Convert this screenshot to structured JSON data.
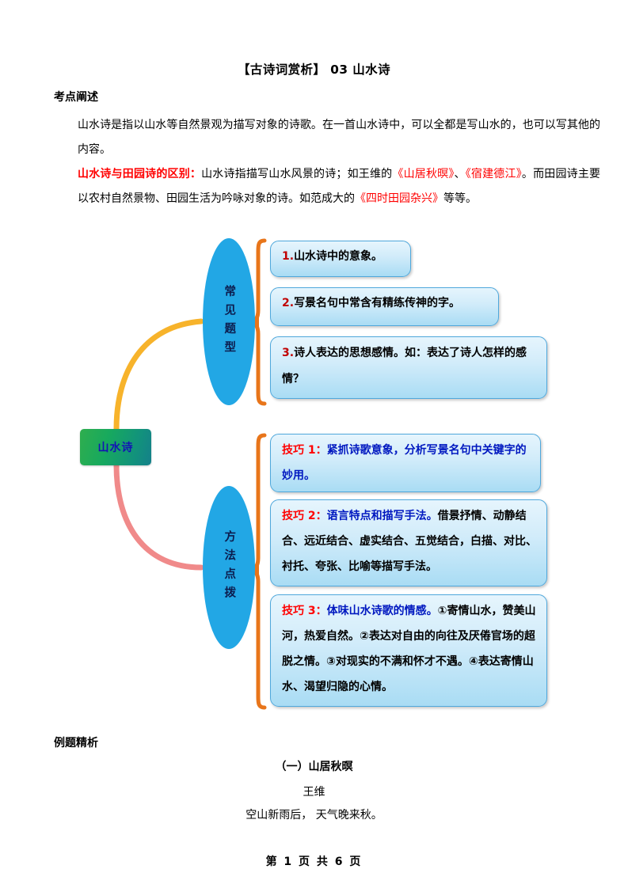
{
  "document": {
    "title": "【古诗词赏析】 03 山水诗",
    "section1_heading": "考点阐述",
    "para1": "山水诗是指以山水等自然景观为描写对象的诗歌。在一首山水诗中，可以全都是写山水的，也可以写其他的内容。",
    "para2_red_lead": "山水诗与田园诗的区别：",
    "para2_rest_a": "山水诗指描写山水风景的诗；如王维的",
    "para2_red_a": "《山居秋暝》",
    "para2_rest_b": "、",
    "para2_red_b": "《宿建德江》",
    "para2_rest_c": "。而田园诗主要以农村自然景物、田园生活为吟咏对象的诗。如范成大的",
    "para2_red_c": "《四时田园杂兴》",
    "para2_rest_d": "等等。",
    "section2_heading": "例题精析",
    "example_title": "（一）山居秋暝",
    "example_author": "王维",
    "example_line1": "空山新雨后， 天气晚来秋。",
    "footer": "第 1 页 共 6 页"
  },
  "diagram": {
    "root_label": "山水诗",
    "branch_common": {
      "label": "常见题型",
      "items": [
        {
          "num": "1.",
          "text": "山水诗中的意象。"
        },
        {
          "num": "2.",
          "text": "写景名句中常含有精练传神的字。"
        },
        {
          "num": "3.",
          "text": "诗人表达的思想感情。如：表达了诗人怎样的感情？"
        }
      ]
    },
    "branch_method": {
      "label": "方法点拨",
      "items": [
        {
          "tip": "技巧 1：",
          "blue": "紧抓诗歌意象，分析写景名句中关键字的妙用。",
          "black": ""
        },
        {
          "tip": "技巧 2：",
          "blue": "语言特点和描写手法。",
          "black": "借景抒情、动静结合、远近结合、虚实结合、五觉结合，白描、对比、衬托、夸张、比喻等描写手法。"
        },
        {
          "tip": "技巧 3：",
          "blue": "体味山水诗歌的情感。",
          "black": "①寄情山水，赞美山河，热爱自然。②表达对自由的向往及厌倦官场的超脱之情。③对现实的不满和怀才不遇。④表达寄情山水、渴望归隐的心情。"
        }
      ]
    },
    "colors": {
      "ellipse_blue": "#22A7E5",
      "root_green": "#17A95E",
      "root_teal": "#14808A",
      "connector_orange": "#F5A623",
      "connector_pink": "#F08080",
      "brace_orange": "#E8751A",
      "box_border": "#4FA8DC",
      "box_fill_top": "#E6F5FD",
      "box_fill_bottom": "#A9DCF4",
      "red_text": "#FF0000",
      "blue_text": "#0018C0",
      "root_text": "#1414B4"
    }
  }
}
